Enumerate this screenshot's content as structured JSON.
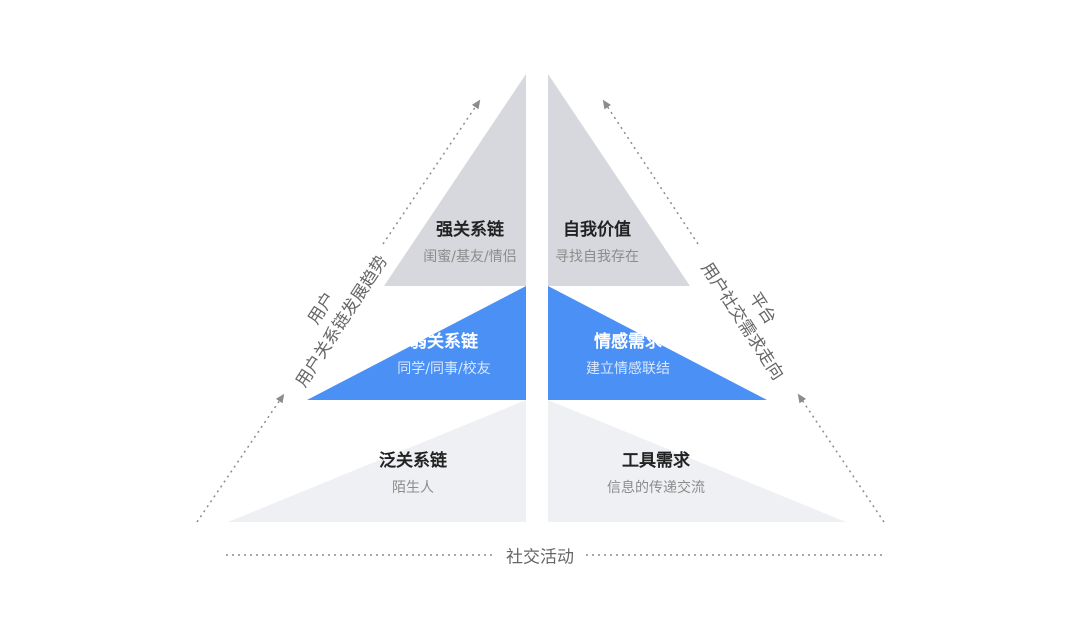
{
  "left_pyramid": {
    "axis_caption_line1": "用户",
    "axis_caption_line2": "用户关系链发展趋势",
    "tiers": [
      {
        "title": "强关系链",
        "subtitle": "闺蜜/基友/情侣"
      },
      {
        "title": "弱关系链",
        "subtitle": "同学/同事/校友"
      },
      {
        "title": "泛关系链",
        "subtitle": "陌生人"
      }
    ]
  },
  "right_pyramid": {
    "axis_caption_line1": "平台",
    "axis_caption_line2": "用户社交需求走向",
    "tiers": [
      {
        "title": "自我价值",
        "subtitle": "寻找自我存在"
      },
      {
        "title": "情感需求",
        "subtitle": "建立情感联结"
      },
      {
        "title": "工具需求",
        "subtitle": "信息的传递交流"
      }
    ]
  },
  "bottom_axis_caption": "社交活动",
  "colors": {
    "top_tier": "#d6d8de",
    "middle_tier": "#4a90f5",
    "bottom_tier": "#eef0f3",
    "arrow": "#8c8c8c"
  }
}
